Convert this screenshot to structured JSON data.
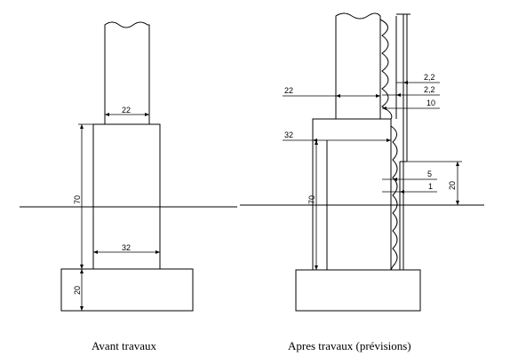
{
  "left": {
    "caption": "Avant travaux",
    "dims": {
      "wall_top": "22",
      "post_height": "70",
      "post_width": "32",
      "footing_height": "20"
    }
  },
  "right": {
    "caption": "Apres travaux (prévisions)",
    "dims": {
      "wall_top": "22",
      "post_width": "32",
      "post_height": "70",
      "insul_a": "2,2",
      "insul_b": "2,2",
      "insul_c": "10",
      "step_a": "5",
      "step_b": "1",
      "step_height": "20"
    }
  }
}
